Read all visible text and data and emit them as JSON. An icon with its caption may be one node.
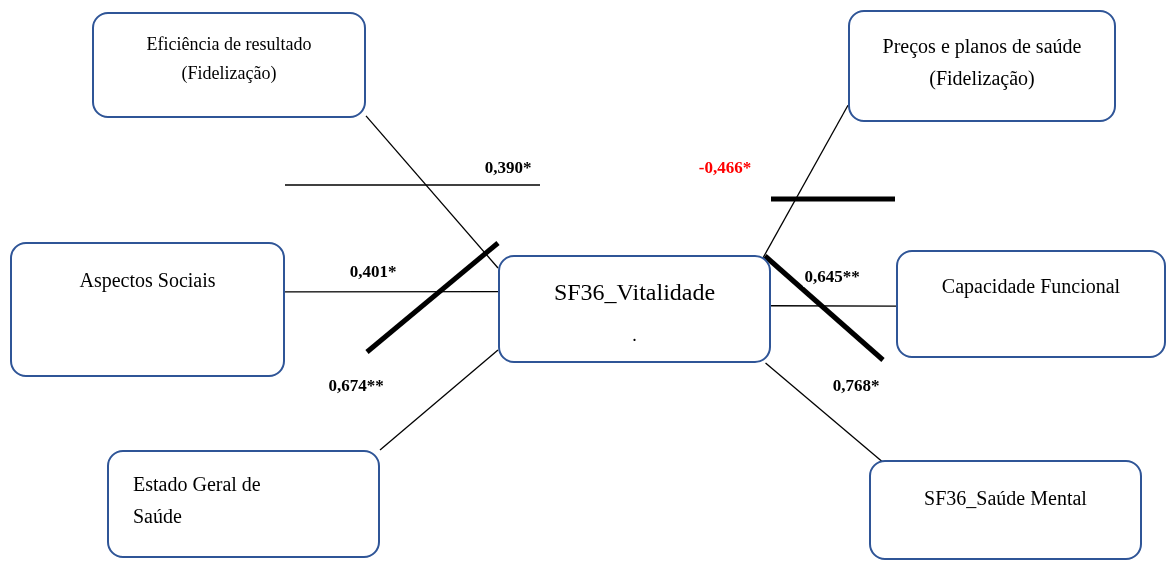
{
  "diagram": {
    "nodes": [
      {
        "text": [
          "Eficiência de resultado (Fidelização)"
        ]
      },
      {
        "text": [
          "Preços e planos de saúde (Fidelização)"
        ]
      },
      {
        "text": [
          "Aspectos Sociais"
        ]
      },
      {
        "text": [
          "SF36_Vitalidade",
          "."
        ]
      },
      {
        "text": [
          "Capacidade Funcional"
        ]
      },
      {
        "text": [
          "Estado Geral de Saúde"
        ]
      },
      {
        "text": [
          "SF36_Saúde Mental"
        ]
      }
    ],
    "edges": [
      {
        "from": 0,
        "to": 3,
        "arrow": "none",
        "label": "0,390*"
      },
      {
        "from": 1,
        "to": 3,
        "arrow": "none",
        "label": "-0,466*"
      },
      {
        "from": 2,
        "to": 3,
        "arrow": "none",
        "label": "0,401*"
      },
      {
        "from": 3,
        "to": 4,
        "arrow": "none",
        "label": "0,645**"
      },
      {
        "from": 5,
        "to": 3,
        "arrow": "none",
        "label": "0,674**"
      },
      {
        "from": 3,
        "to": 6,
        "arrow": "none",
        "label": "0,768*"
      }
    ]
  }
}
